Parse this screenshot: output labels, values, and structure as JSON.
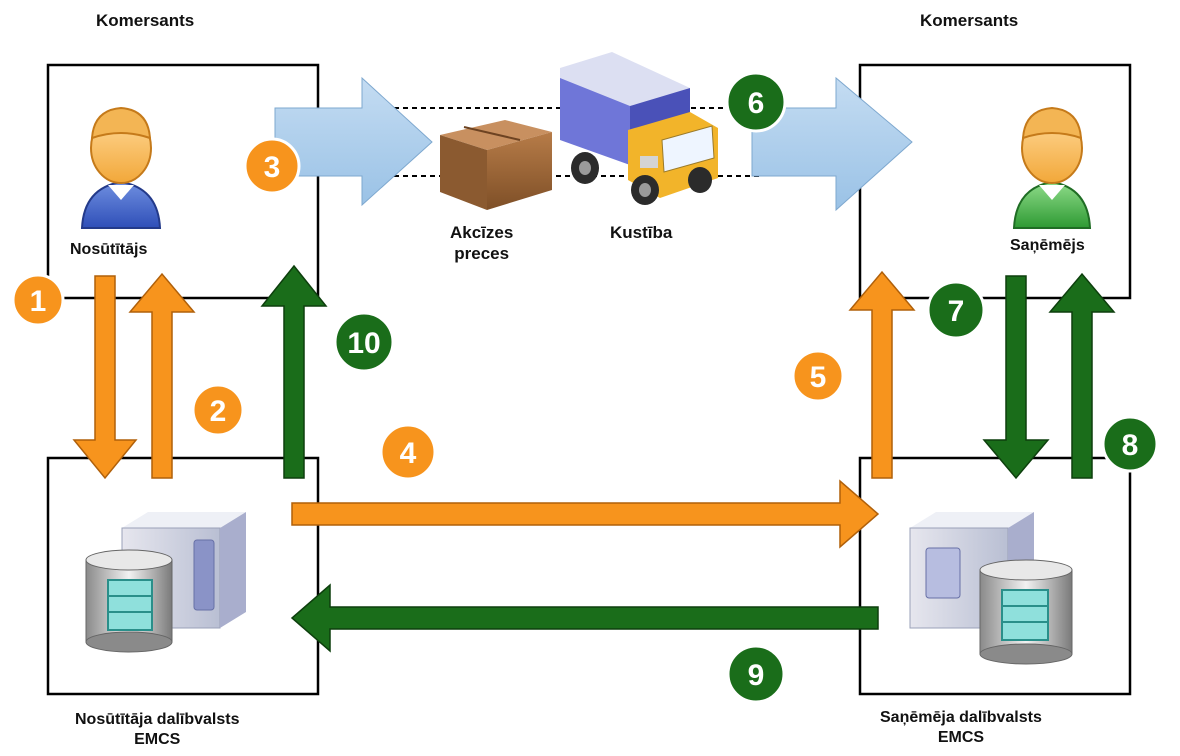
{
  "colors": {
    "orange": "#f7941d",
    "green": "#1a6d1a",
    "arrow_blue": "#a6cbeb",
    "box_border": "#000000"
  },
  "labels": {
    "sender_company": "Komersants",
    "receiver_company": "Komersants",
    "sender": "Nosūtītājs",
    "receiver": "Saņēmējs",
    "goods_line1": "Akcīzes",
    "goods_line2": "preces",
    "movement": "Kustība",
    "sender_state_line1": "Nosūtītāja dalībvalsts",
    "sender_state_line2": "EMCS",
    "receiver_state_line1": "Saņēmēja dalībvalsts",
    "receiver_state_line2": "EMCS"
  },
  "steps": [
    {
      "number": "1",
      "color": "orange"
    },
    {
      "number": "2",
      "color": "orange"
    },
    {
      "number": "3",
      "color": "orange"
    },
    {
      "number": "4",
      "color": "orange"
    },
    {
      "number": "5",
      "color": "orange"
    },
    {
      "number": "6",
      "color": "green"
    },
    {
      "number": "7",
      "color": "green"
    },
    {
      "number": "8",
      "color": "green"
    },
    {
      "number": "9",
      "color": "green"
    },
    {
      "number": "10",
      "color": "green"
    }
  ],
  "icons": {
    "sender": "person-icon",
    "receiver": "person-icon",
    "goods": "cardboard-box-icon",
    "transport": "truck-icon",
    "sender_server": "server-database-icon",
    "receiver_server": "server-database-icon"
  }
}
